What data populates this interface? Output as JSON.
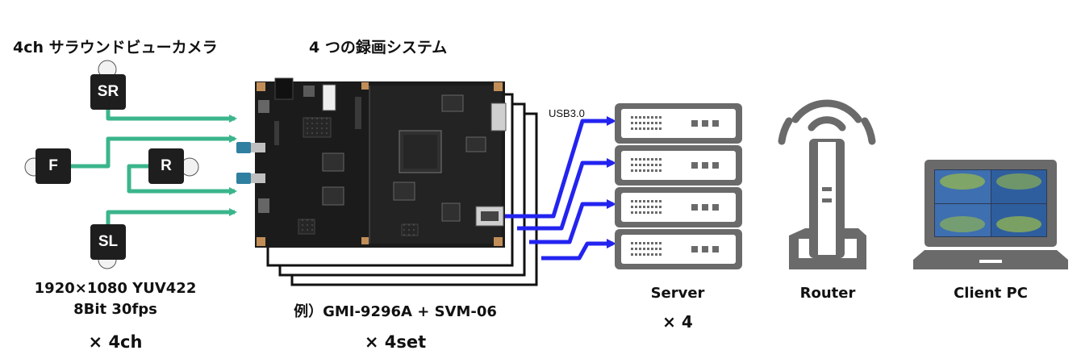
{
  "headings": {
    "cameras": "4ch サラウンドビューカメラ",
    "recording": "4 つの録画システム"
  },
  "cameras": {
    "sr": "SR",
    "f": "F",
    "r": "R",
    "sl": "SL"
  },
  "camera_spec": {
    "line1": "1920×1080  YUV422",
    "line2": "8Bit 30fps",
    "line3": "× 4ch"
  },
  "system": {
    "line1": "例）GMI-9296A + SVM-06",
    "line2": "× 4set",
    "usb_label": "USB3.0"
  },
  "server": {
    "label": "Server",
    "count": "× 4"
  },
  "router": {
    "label": "Router"
  },
  "client": {
    "label": "Client PC"
  },
  "icons": {
    "camera": "camera-box-icon",
    "board": "circuit-board-icon",
    "server": "server-rack-icon",
    "router": "wifi-router-icon",
    "client": "laptop-icon"
  },
  "colors": {
    "green_link": "#3bb58b",
    "blue_link": "#2323f0",
    "server_gray": "#6a6a6a",
    "camera_black": "#1e1e1e"
  }
}
